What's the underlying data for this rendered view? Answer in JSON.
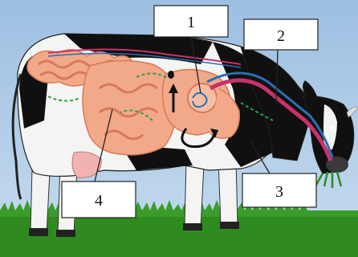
{
  "colors": {
    "sky": "#a9c6e4",
    "grass": "#2f8a1f",
    "cow_black": "#101010",
    "cow_white": "#f4f4f2",
    "gut": "#f1a98a",
    "gut_dark": "#d7795a",
    "flow_arrow": "#2da14a",
    "food_tube": "#c8326a",
    "label_box": "#ffffff",
    "label_border": "#222222"
  },
  "labels": [
    {
      "id": "1",
      "text": "1"
    },
    {
      "id": "2",
      "text": "2"
    },
    {
      "id": "3",
      "text": "3"
    },
    {
      "id": "4",
      "text": "4"
    }
  ]
}
